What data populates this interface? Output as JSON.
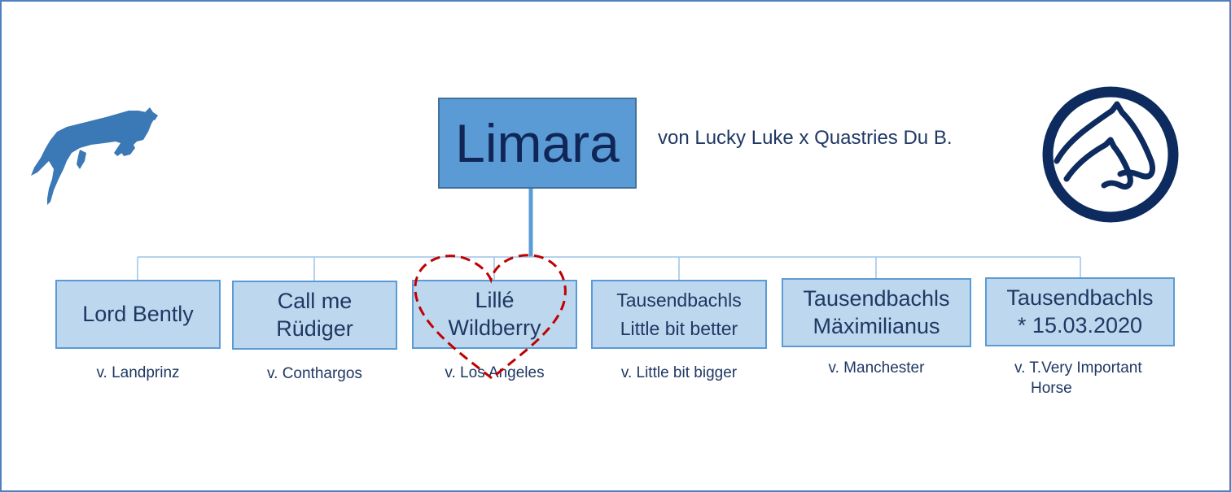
{
  "root": {
    "name": "Limara",
    "pedigree": "von Lucky Luke x Quastries Du B."
  },
  "children": [
    {
      "name_lines": [
        "Lord Bently"
      ],
      "sire": "v. Landprinz"
    },
    {
      "name_lines": [
        "Call me",
        "Rüdiger"
      ],
      "sire": "v. Conthargos"
    },
    {
      "name_lines": [
        "Lillé",
        "Wildberry"
      ],
      "sire": "v. Los Angeles"
    },
    {
      "name_lines": [
        "Tausendbachls",
        "Little bit better"
      ],
      "sire": "v. Little bit bigger"
    },
    {
      "name_lines": [
        "Tausendbachls",
        "Mäximilianus"
      ],
      "sire": "v. Manchester"
    },
    {
      "name_lines": [
        "Tausendbachls",
        "* 15.03.2020"
      ],
      "sire_lines": [
        "v. T.Very Important",
        "Horse"
      ]
    }
  ],
  "icons": {
    "left": "jumping-horse-icon",
    "right": "horse-heads-circle-logo-icon",
    "heart": "dashed-heart-icon"
  },
  "colors": {
    "root_fill": "#5b9bd5",
    "child_fill": "#bdd7ee",
    "text": "#1f3864",
    "logo": "#0d2b5e",
    "heart": "#c00000",
    "frame": "#4f81bd"
  }
}
